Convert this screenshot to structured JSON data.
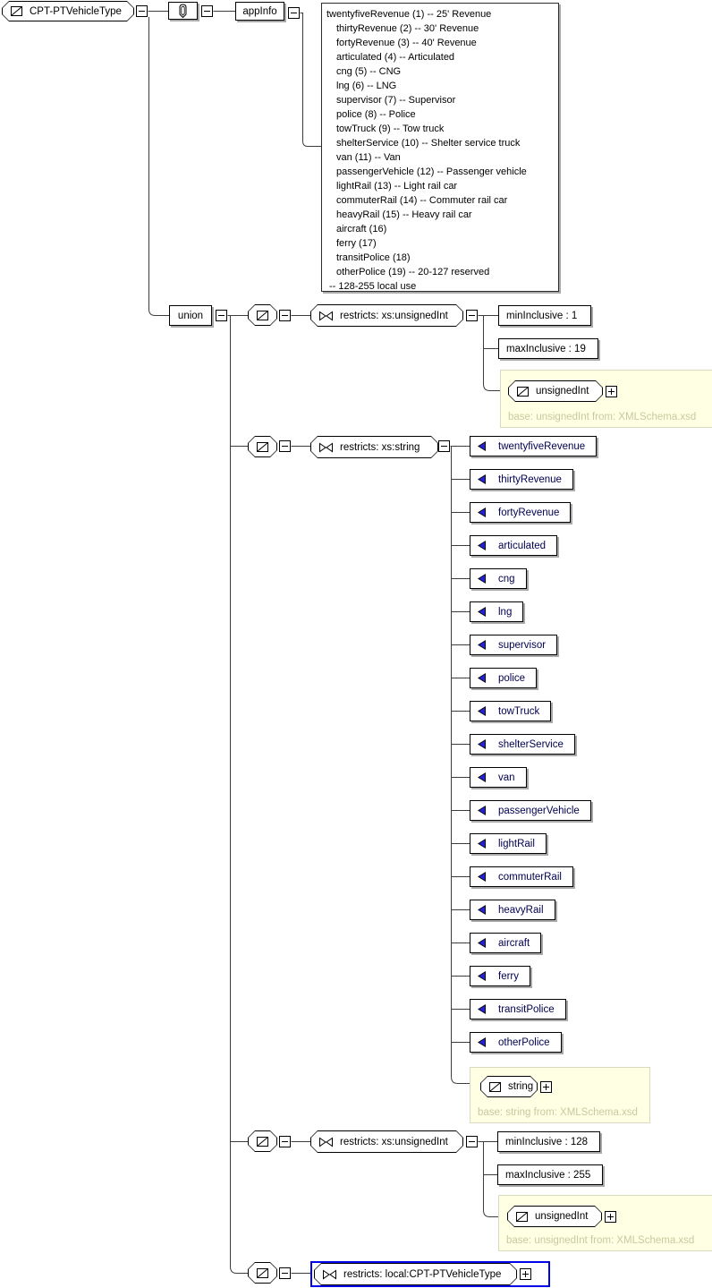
{
  "root": {
    "label": "CPT-PTVehicleType"
  },
  "annotation": {
    "appinfo_label": "appInfo",
    "doc_lines": [
      "twentyfiveRevenue (1) -- 25' Revenue",
      "thirtyRevenue (2) -- 30' Revenue",
      "fortyRevenue (3) -- 40' Revenue",
      "articulated (4) -- Articulated",
      "cng (5) -- CNG",
      "lng (6) -- LNG",
      "supervisor (7) -- Supervisor",
      "police (8) -- Police",
      "towTruck (9) -- Tow truck",
      "shelterService (10) -- Shelter service truck",
      "van (11) -- Van",
      "passengerVehicle (12) -- Passenger vehicle",
      "lightRail (13) -- Light rail car",
      "commuterRail (14) -- Commuter rail car",
      "heavyRail (15) -- Heavy rail car",
      "aircraft (16)",
      "ferry (17)",
      "transitPolice (18)",
      "otherPolice (19) -- 20-127 reserved",
      "-- 128-255 local use"
    ]
  },
  "union": {
    "label": "union"
  },
  "branches": [
    {
      "kind": "simpleType",
      "restriction": "restricts: xs:unsignedInt",
      "facets": [
        "minInclusive : 1",
        "maxInclusive : 19"
      ],
      "base": {
        "type": "unsignedInt",
        "note": "base: unsignedInt from: XMLSchema.xsd"
      }
    },
    {
      "kind": "simpleType",
      "restriction": "restricts: xs:string",
      "enum_values": [
        "twentyfiveRevenue",
        "thirtyRevenue",
        "fortyRevenue",
        "articulated",
        "cng",
        "lng",
        "supervisor",
        "police",
        "towTruck",
        "shelterService",
        "van",
        "passengerVehicle",
        "lightRail",
        "commuterRail",
        "heavyRail",
        "aircraft",
        "ferry",
        "transitPolice",
        "otherPolice"
      ],
      "base": {
        "type": "string",
        "note": "base: string from: XMLSchema.xsd"
      }
    },
    {
      "kind": "simpleType",
      "restriction": "restricts: xs:unsignedInt",
      "facets": [
        "minInclusive : 128",
        "maxInclusive : 255"
      ],
      "base": {
        "type": "unsignedInt",
        "note": "base: unsignedInt from: XMLSchema.xsd"
      }
    },
    {
      "kind": "simpleType",
      "restriction": "restricts: local:CPT-PTVehicleType",
      "selected": true
    }
  ],
  "colors": {
    "selection_border": "#0000e8",
    "enum_triangle": "#2323cf",
    "base_box_bg": "#feffe3",
    "base_note_text": "#c9c9a0",
    "shadow": "#a9a9a9"
  }
}
